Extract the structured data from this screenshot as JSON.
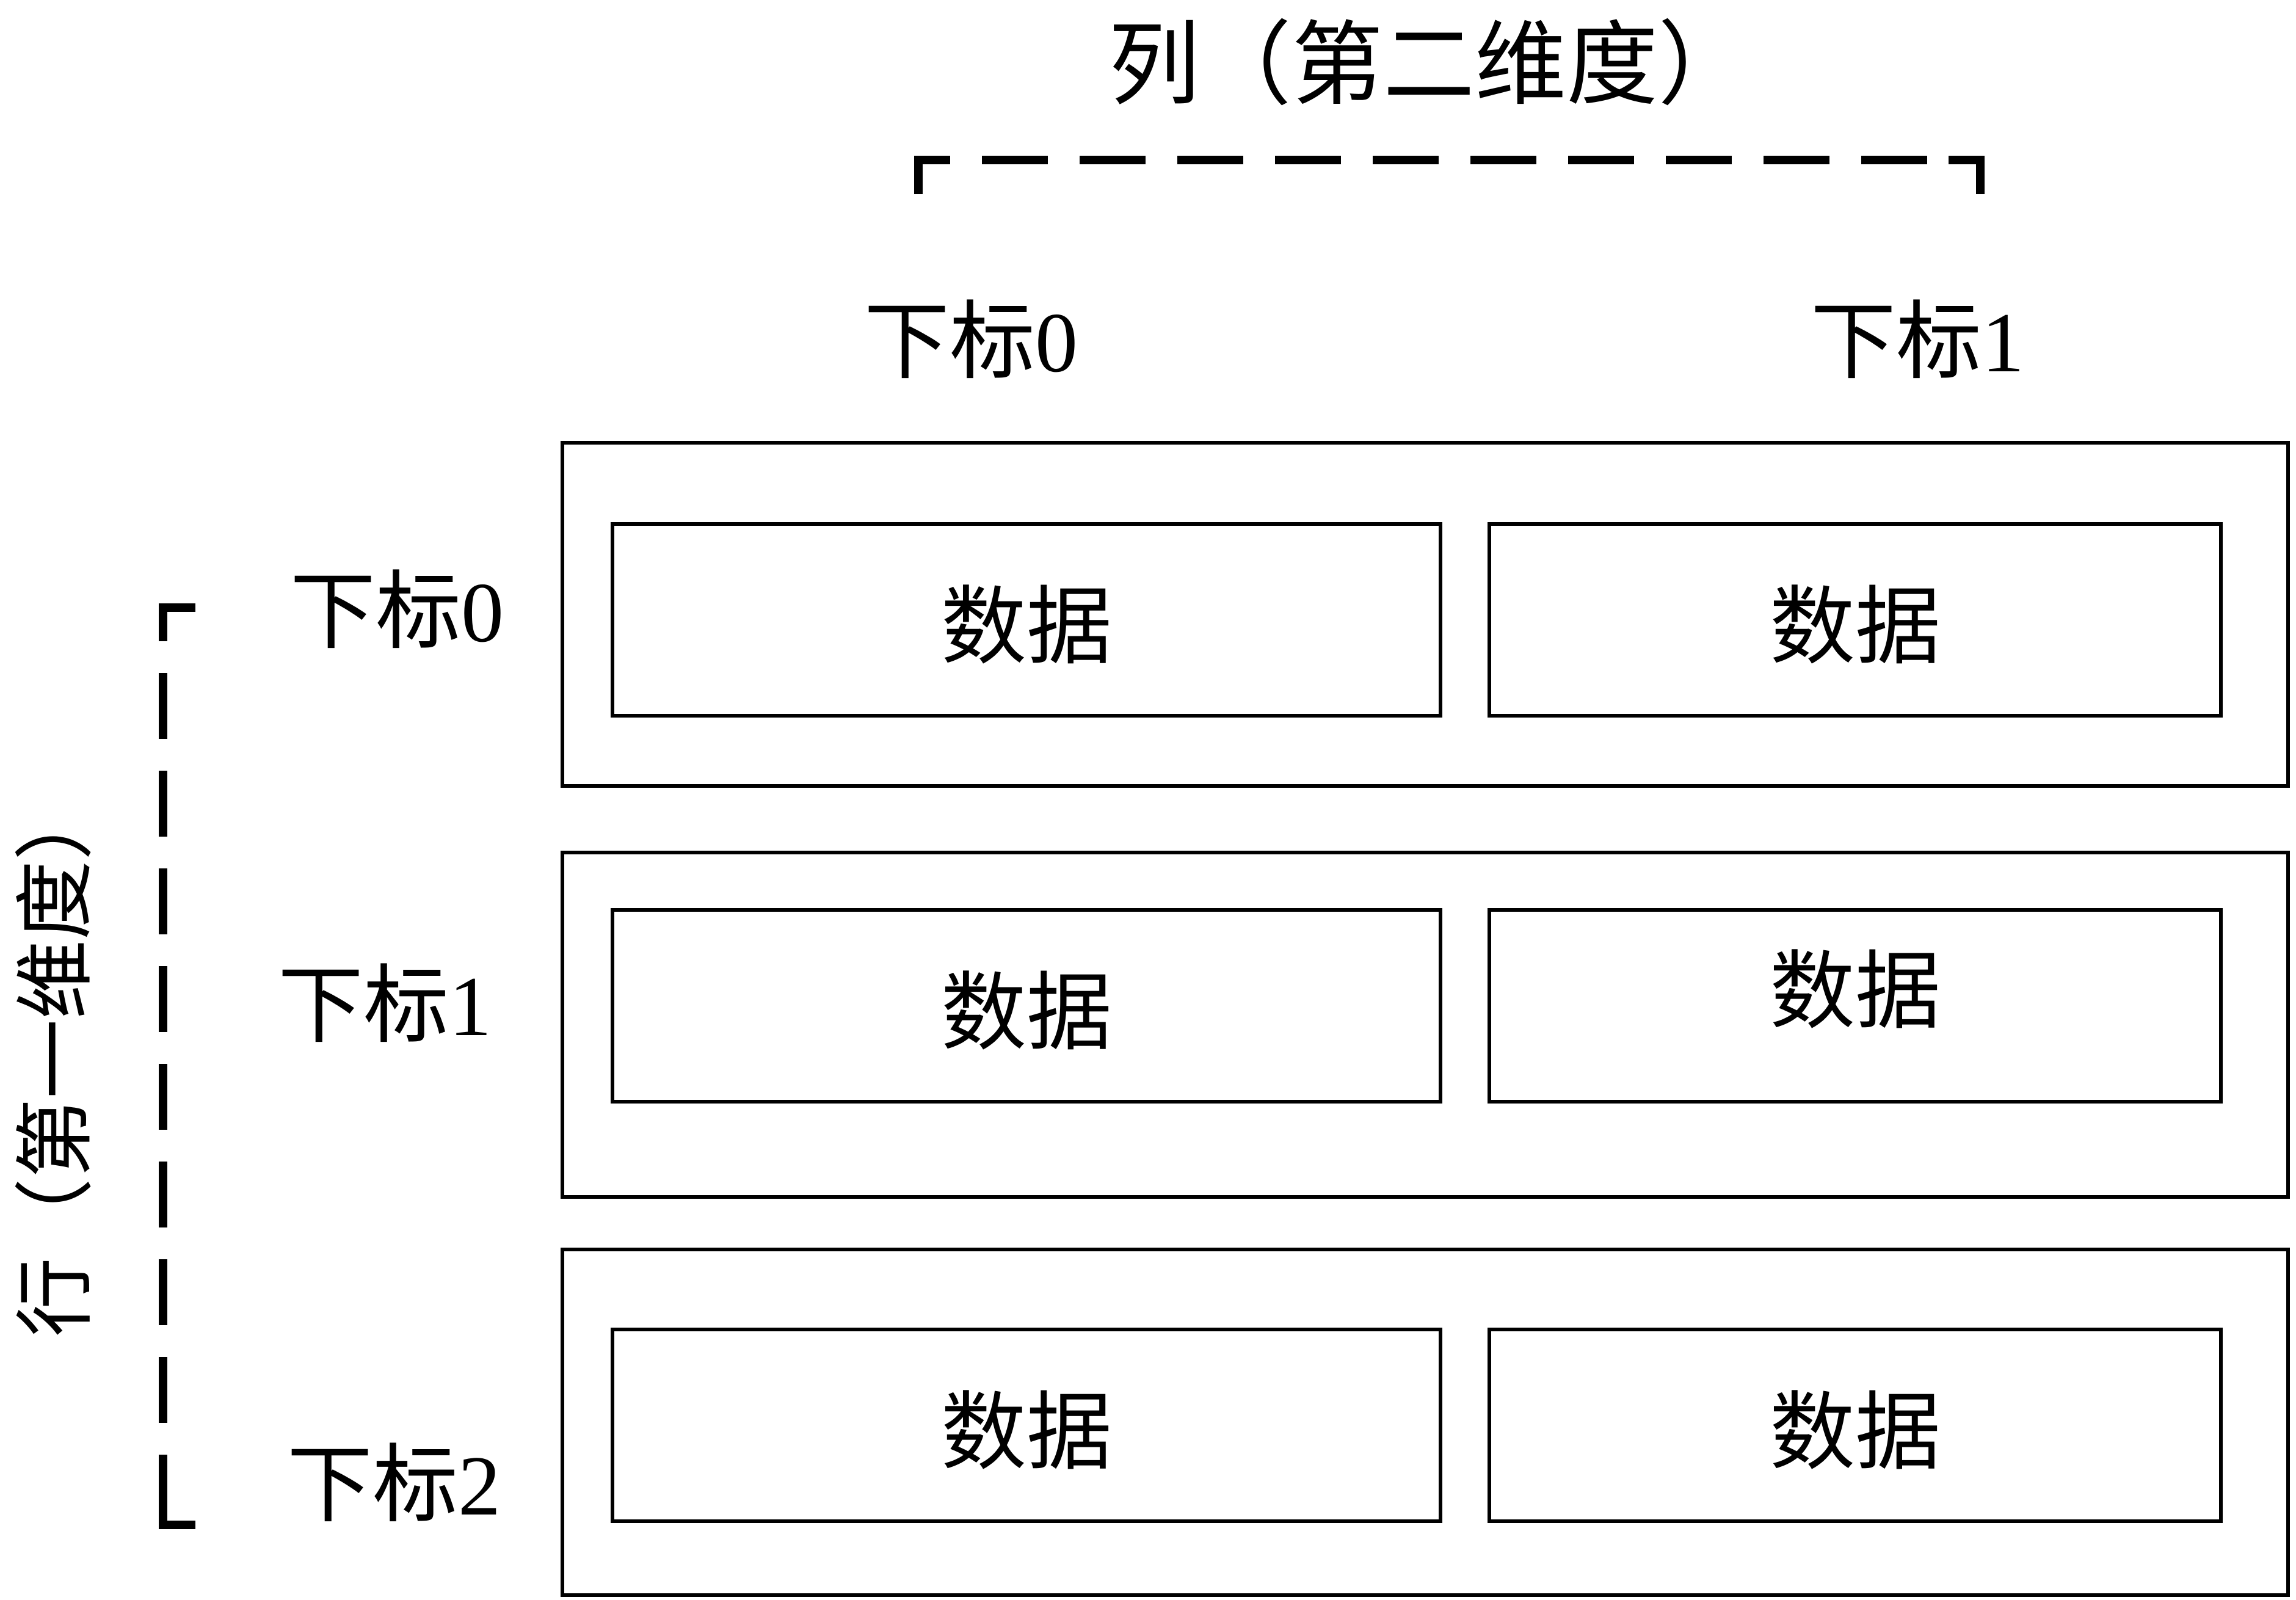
{
  "figure": {
    "title_column": "列（第二维度）",
    "title_row": "行（第一维度）",
    "column_headers": [
      "下标0",
      "下标1"
    ],
    "rows": [
      {
        "label": "下标0",
        "cells": [
          "数据",
          "数据"
        ]
      },
      {
        "label": "下标1",
        "cells": [
          "数据",
          "数据"
        ]
      },
      {
        "label": "下标2",
        "cells": [
          "数据",
          "数据"
        ]
      }
    ],
    "colors": {
      "ink": "#000000",
      "background": "#ffffff"
    }
  }
}
